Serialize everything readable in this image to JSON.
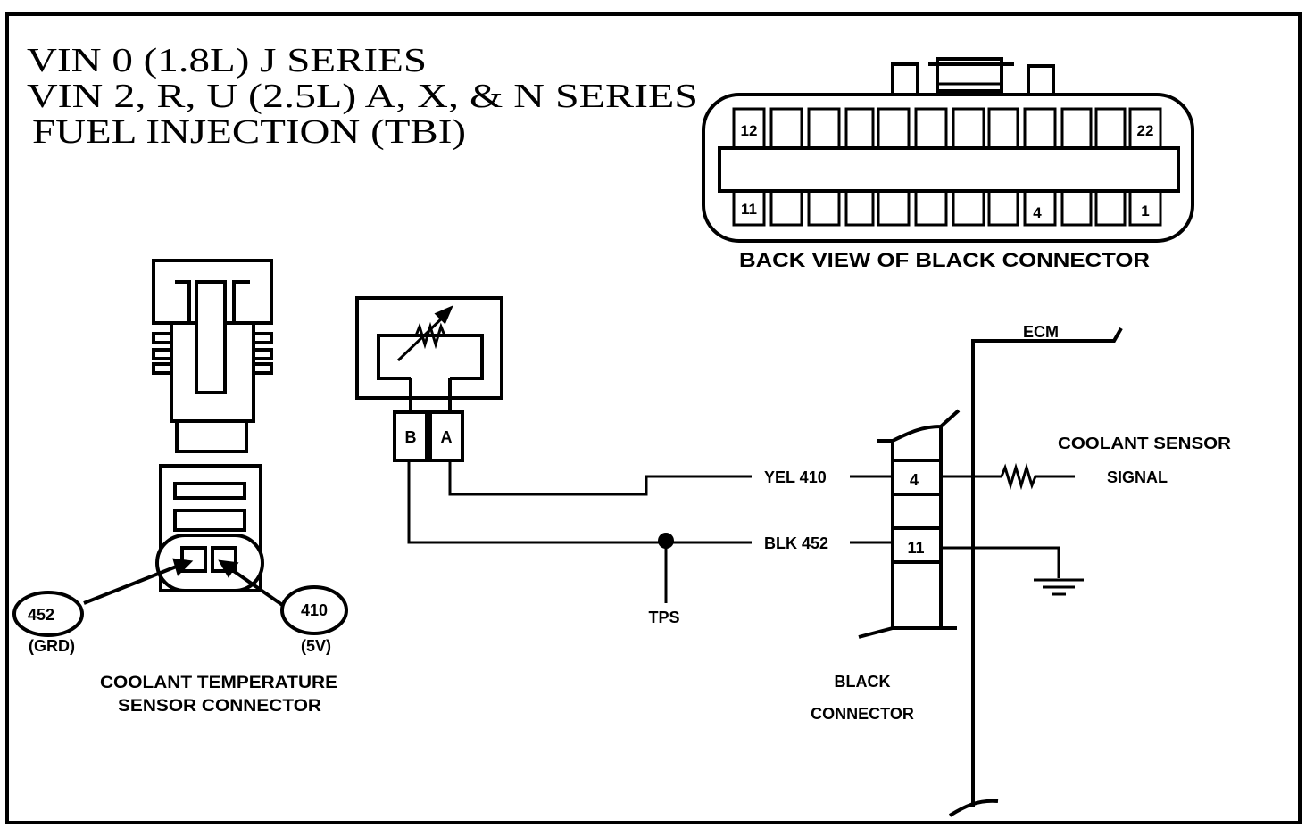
{
  "header": {
    "line1": "VIN 0 (1.8L) J SERIES",
    "line2": "VIN 2, R, U (2.5L) A, X, & N SERIES",
    "line3": "FUEL INJECTION (TBI)"
  },
  "connector_view": {
    "caption": "BACK VIEW OF BLACK CONNECTOR",
    "top_left_pin": "12",
    "top_right_pin": "22",
    "bottom_left_pin": "11",
    "bottom_pin_4": "4",
    "bottom_right_pin": "1"
  },
  "sensor": {
    "pin_b": "B",
    "pin_a": "A"
  },
  "wires": {
    "yellow": "YEL 410",
    "black": "BLK 452",
    "tps": "TPS"
  },
  "ecm": {
    "label": "ECM",
    "pin_4": "4",
    "pin_11": "11",
    "signal_line1": "COOLANT SENSOR",
    "signal_line2": "SIGNAL",
    "connector_line1": "BLACK",
    "connector_line2": "CONNECTOR"
  },
  "coolant_connector": {
    "wire_452": "452",
    "wire_452_desc": "(GRD)",
    "wire_410": "410",
    "wire_410_desc": "(5V)",
    "caption_line1": "COOLANT TEMPERATURE",
    "caption_line2": "SENSOR CONNECTOR"
  }
}
